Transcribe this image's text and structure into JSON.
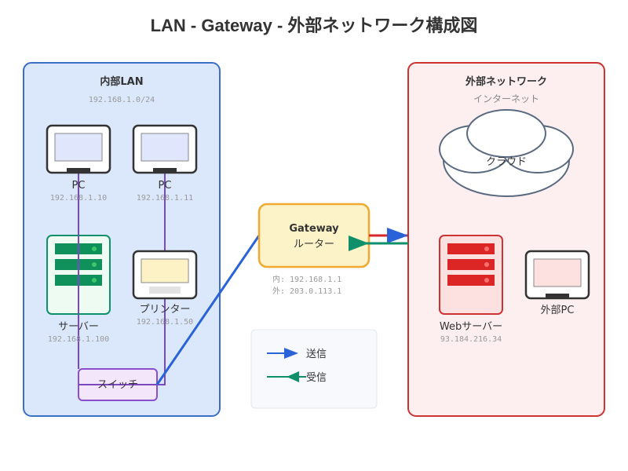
{
  "title": "LAN - Gateway - 外部ネットワーク構成図",
  "lan": {
    "title": "内部LAN",
    "subnet": "192.168.1.0/24",
    "pc1": {
      "label": "PC",
      "ip": "192.168.1.10"
    },
    "pc2": {
      "label": "PC",
      "ip": "192.168.1.11"
    },
    "server": {
      "label": "サーバー",
      "ip": "192.168.1.100"
    },
    "printer": {
      "label": "プリンター",
      "ip": "192.168.1.50"
    },
    "switch": {
      "label": "スイッチ"
    }
  },
  "gateway": {
    "title": "Gateway",
    "subtitle": "ルーター",
    "inner_ip": "内: 192.168.1.1",
    "outer_ip": "外: 203.0.113.1"
  },
  "external": {
    "title": "外部ネットワーク",
    "subtitle": "インターネット",
    "cloud": {
      "label": "クラウド"
    },
    "webserver": {
      "label": "Webサーバー",
      "ip": "93.184.216.34"
    },
    "pc": {
      "label": "外部PC"
    }
  },
  "legend": {
    "send": "送信",
    "receive": "受信"
  },
  "colors": {
    "lan_border": "#3b6fc4",
    "lan_fill": "#dbe8fb",
    "external_border": "#cc3333",
    "external_fill": "#fdeff0",
    "gateway_border": "#f0a830",
    "gateway_fill": "#fdf3c8",
    "send": "#2a62d8",
    "receive": "#10906a",
    "link": "#7a48c0"
  }
}
